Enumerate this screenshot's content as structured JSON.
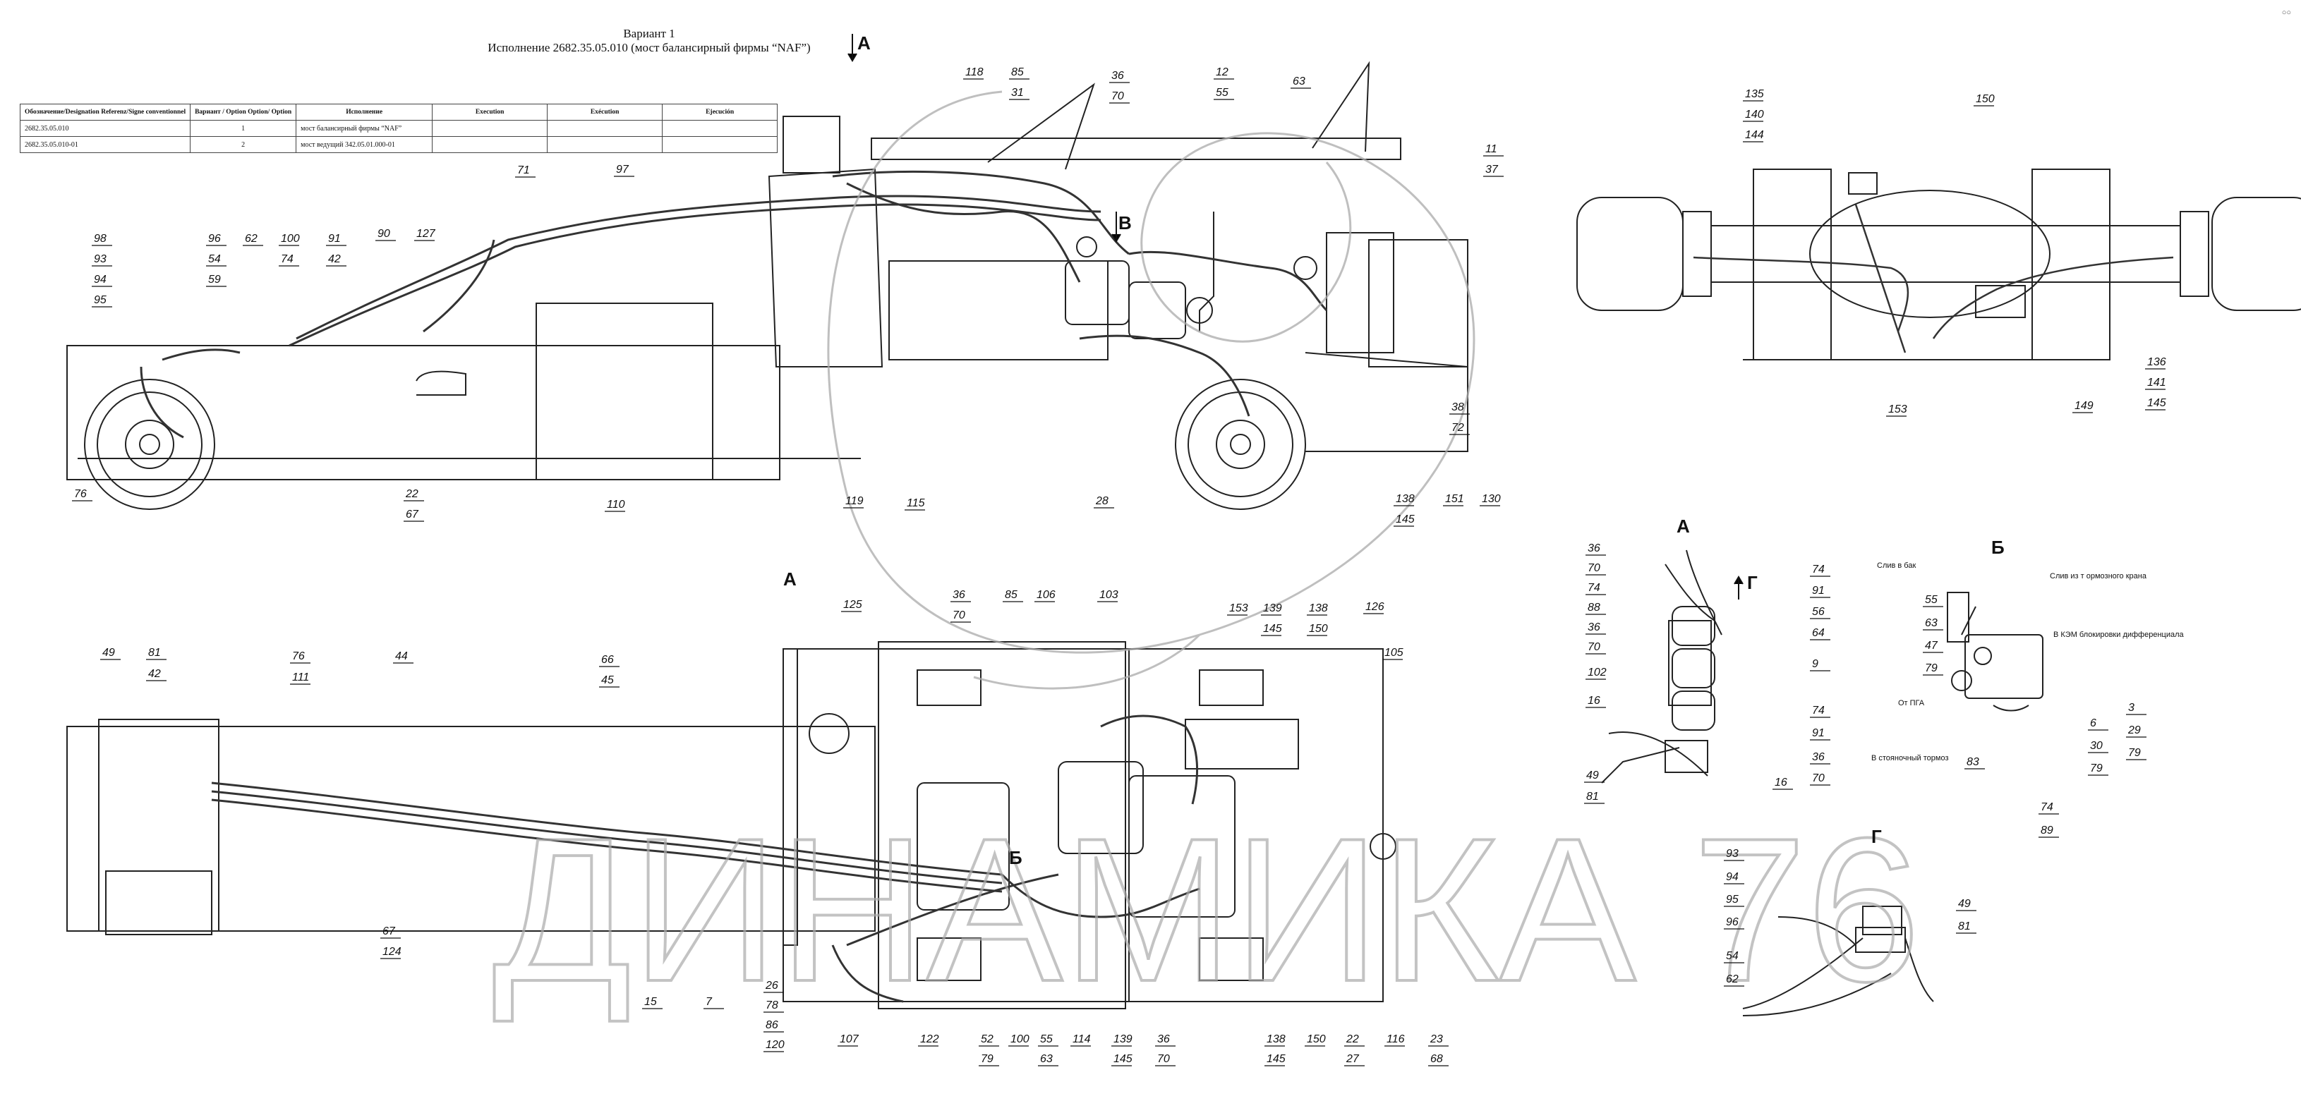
{
  "title": {
    "line1": "Вариант 1",
    "line2": "Исполнение 2682.35.05.010 (мост балансирный фирмы “NAF”)"
  },
  "table": {
    "headers": [
      "Обозначение/Designation Referenz/Signe conventionnel",
      "Вариант / Option Option/ Option",
      "Исполнение",
      "Execution",
      "Еxécution",
      "Ejecución"
    ],
    "rows": [
      [
        "2682.35.05.010",
        "1",
        "мост балансирный фирмы “NAF”",
        "",
        "",
        ""
      ],
      [
        "2682.35.05.010-01",
        "2",
        "мост ведущий 342.05.01.000-01",
        "",
        "",
        ""
      ]
    ]
  },
  "views": {
    "A": "А",
    "B": "Б",
    "V": "В",
    "G": "Г"
  },
  "watermark": "ДИНАМИКА 76",
  "callouts_main": [
    "118",
    "85",
    "31",
    "36",
    "70",
    "12",
    "55",
    "63",
    "11",
    "37",
    "71",
    "97",
    "98",
    "93",
    "94",
    "95",
    "96",
    "54",
    "59",
    "62",
    "100",
    "74",
    "91",
    "42",
    "90",
    "127",
    "22",
    "67",
    "76",
    "110",
    "119",
    "115",
    "28",
    "138",
    "145",
    "151",
    "130",
    "38",
    "72"
  ],
  "callouts_axle": [
    "135",
    "140",
    "144",
    "150",
    "136",
    "141",
    "145",
    "153",
    "149"
  ],
  "callouts_lower": [
    "125",
    "36",
    "70",
    "85",
    "106",
    "103",
    "153",
    "139",
    "145",
    "138",
    "150",
    "126",
    "105",
    "49",
    "81",
    "42",
    "76",
    "111",
    "44",
    "66",
    "45",
    "67",
    "124",
    "15",
    "7",
    "26",
    "78",
    "86",
    "120",
    "107",
    "122",
    "52",
    "79",
    "100",
    "55",
    "63",
    "114",
    "139",
    "145",
    "36",
    "70",
    "138",
    "145",
    "150",
    "22",
    "27",
    "116",
    "23",
    "68"
  ],
  "callouts_A": [
    "36",
    "70",
    "74",
    "88",
    "36",
    "70",
    "102",
    "16",
    "49",
    "81",
    "74",
    "91",
    "56",
    "64",
    "9",
    "74",
    "91",
    "36",
    "70",
    "16"
  ],
  "callouts_B": [
    "55",
    "63",
    "47",
    "79",
    "3",
    "29",
    "79",
    "6",
    "30",
    "79",
    "83",
    "74",
    "89"
  ],
  "labels_B": {
    "tank": "Слив в бак",
    "brake_valve": "Слив из т ормозного крана",
    "ksm": "В КЭМ блокировки дифференциала",
    "pga": "От ПГА",
    "parking": "В стояночный тормоз"
  },
  "callouts_G": [
    "93",
    "94",
    "95",
    "96",
    "54",
    "62",
    "49",
    "81"
  ],
  "corner": "○○"
}
